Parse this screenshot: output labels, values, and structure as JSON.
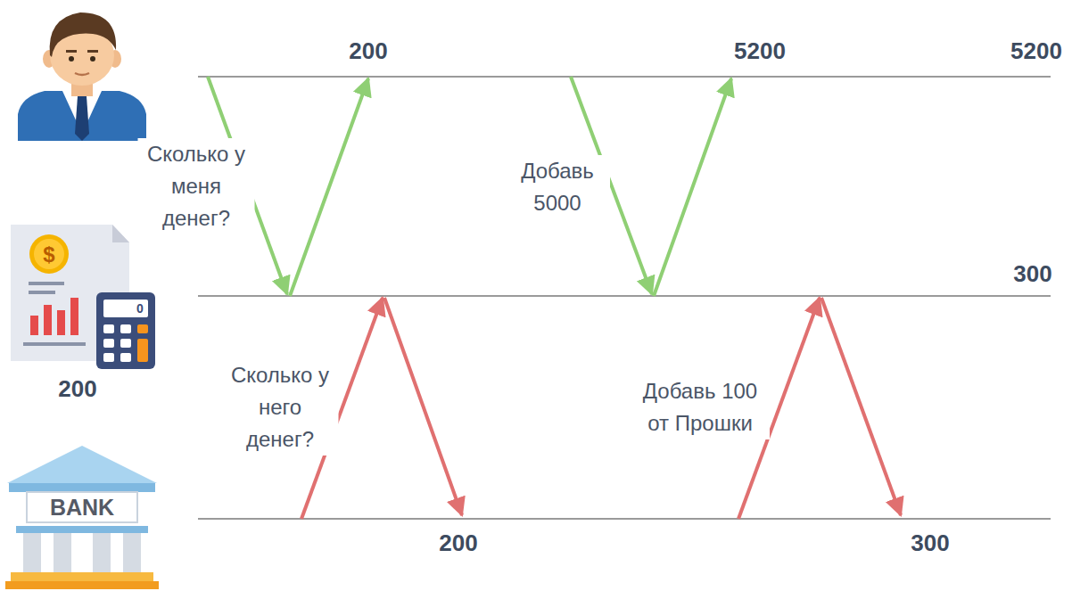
{
  "diagram": {
    "labels": [
      "200",
      "5200",
      "5200",
      "$",
      "Сколько у меня денег?",
      "Добавь 5000",
      "300",
      "0",
      "Сколько у него денег?",
      "Добавь 100 от Прошки",
      "200",
      "BANK",
      "200",
      "300"
    ]
  }
}
